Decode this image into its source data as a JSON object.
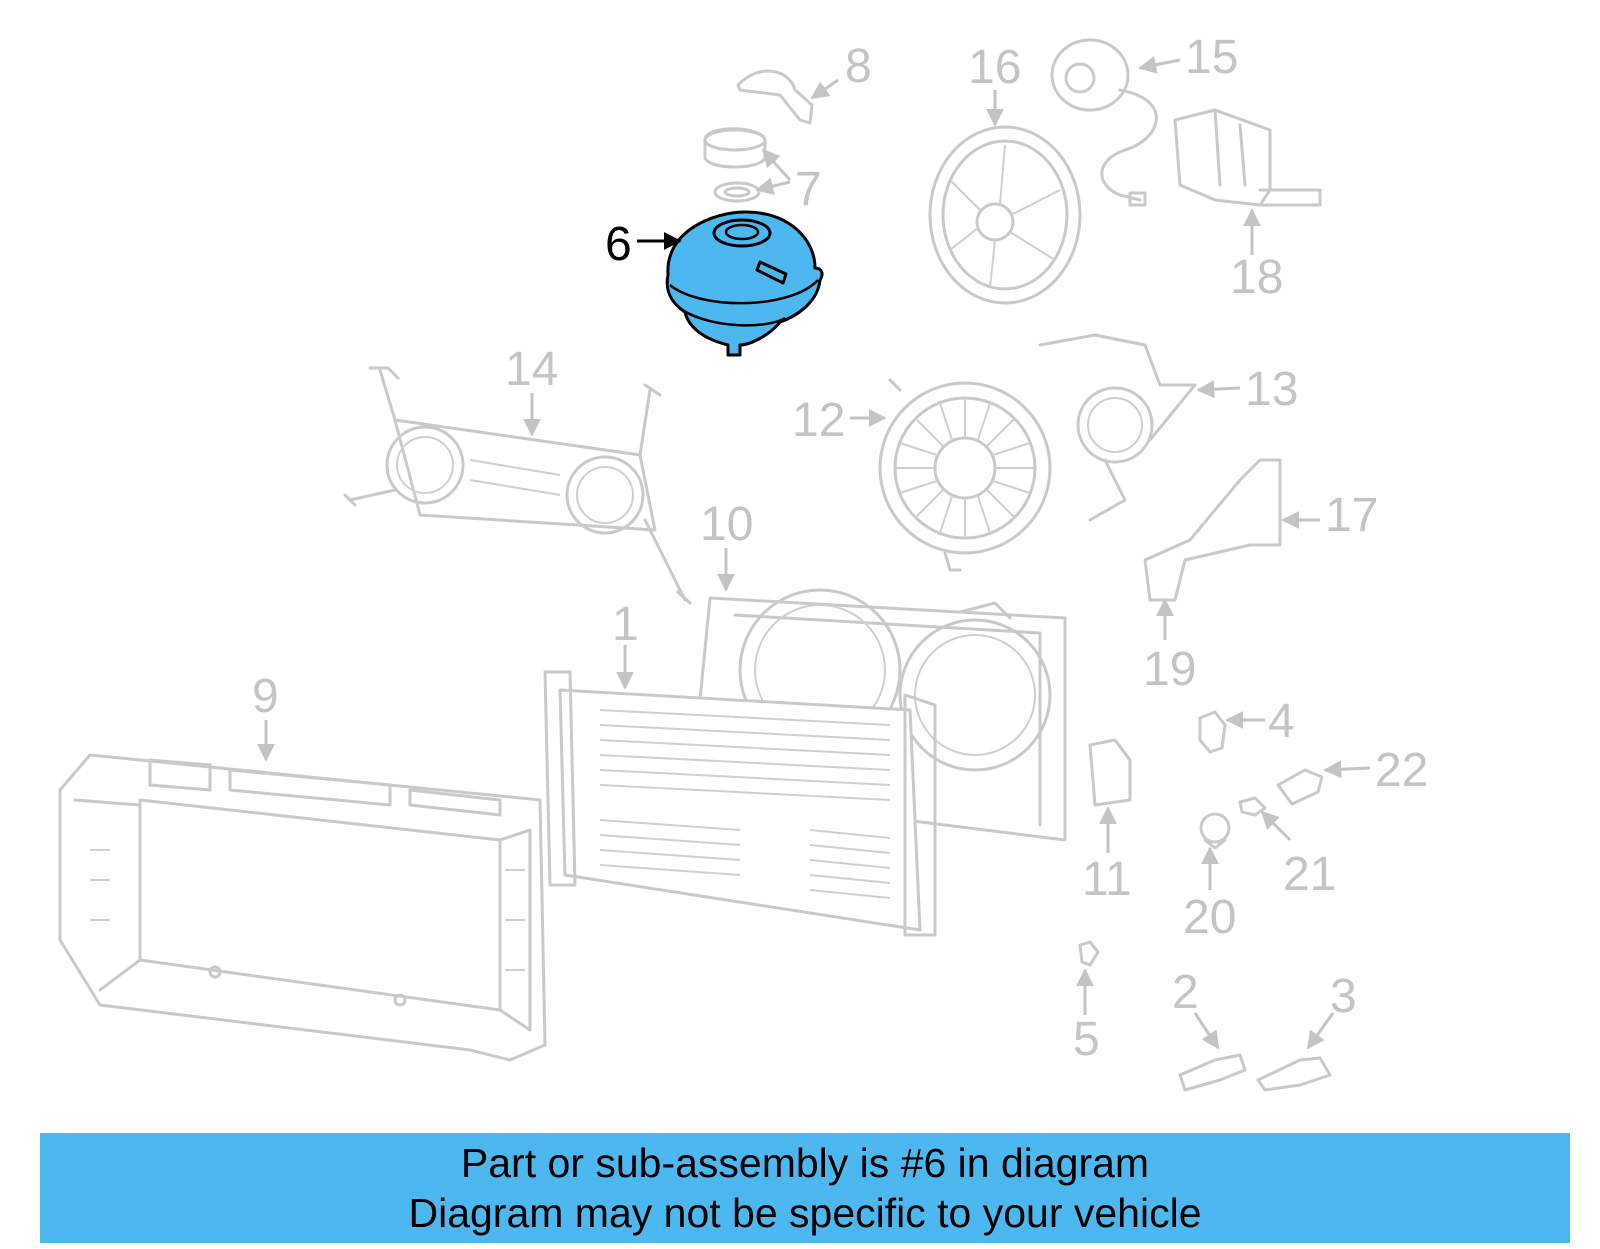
{
  "diagram": {
    "highlight_color": "#4db8f0",
    "callout_numbers": {
      "n1": "1",
      "n2": "2",
      "n3": "3",
      "n4": "4",
      "n5": "5",
      "n6": "6",
      "n7": "7",
      "n8": "8",
      "n9": "9",
      "n10": "10",
      "n11": "11",
      "n12": "12",
      "n13": "13",
      "n14": "14",
      "n15": "15",
      "n16": "16",
      "n17": "17",
      "n18": "18",
      "n19": "19",
      "n20": "20",
      "n21": "21",
      "n22": "22"
    },
    "highlighted_part": "6"
  },
  "banner": {
    "line1": "Part or sub-assembly is #6 in diagram",
    "line2": "Diagram may not be specific to your vehicle",
    "background": "#4db8f0"
  }
}
